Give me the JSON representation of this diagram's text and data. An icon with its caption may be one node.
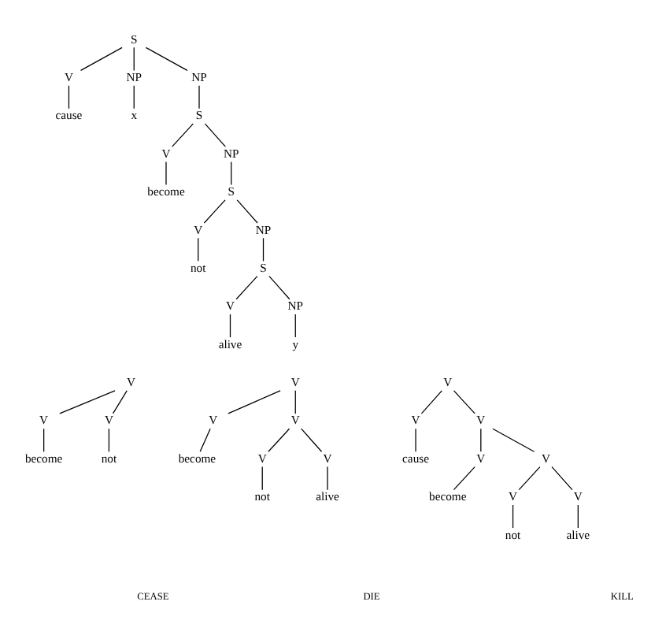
{
  "diagram": {
    "nodes": [
      {
        "text": [
          "S"
        ]
      },
      {
        "text": [
          "V"
        ]
      },
      {
        "text": [
          "NP"
        ]
      },
      {
        "text": [
          "NP"
        ]
      },
      {
        "text": [
          "cause"
        ]
      },
      {
        "text": [
          "x"
        ]
      },
      {
        "text": [
          "S"
        ]
      },
      {
        "text": [
          "V"
        ]
      },
      {
        "text": [
          "NP"
        ]
      },
      {
        "text": [
          "become"
        ]
      },
      {
        "text": [
          "S"
        ]
      },
      {
        "text": [
          "V"
        ]
      },
      {
        "text": [
          "NP"
        ]
      },
      {
        "text": [
          "not"
        ]
      },
      {
        "text": [
          "S"
        ]
      },
      {
        "text": [
          "V"
        ]
      },
      {
        "text": [
          "NP"
        ]
      },
      {
        "text": [
          "alive"
        ]
      },
      {
        "text": [
          "y"
        ]
      },
      {
        "text": [
          "V"
        ]
      },
      {
        "text": [
          "V"
        ]
      },
      {
        "text": [
          "V"
        ]
      },
      {
        "text": [
          "become"
        ]
      },
      {
        "text": [
          "not"
        ]
      },
      {
        "text": [
          "V"
        ]
      },
      {
        "text": [
          "V"
        ]
      },
      {
        "text": [
          "V"
        ]
      },
      {
        "text": [
          "become"
        ]
      },
      {
        "text": [
          "V"
        ]
      },
      {
        "text": [
          "V"
        ]
      },
      {
        "text": [
          "not"
        ]
      },
      {
        "text": [
          "alive"
        ]
      },
      {
        "text": [
          "V"
        ]
      },
      {
        "text": [
          "V"
        ]
      },
      {
        "text": [
          "V"
        ]
      },
      {
        "text": [
          "cause"
        ]
      },
      {
        "text": [
          "V"
        ]
      },
      {
        "text": [
          "V"
        ]
      },
      {
        "text": [
          "become"
        ]
      },
      {
        "text": [
          "V"
        ]
      },
      {
        "text": [
          "V"
        ]
      },
      {
        "text": [
          "not"
        ]
      },
      {
        "text": [
          "alive"
        ]
      }
    ],
    "edges": [
      {
        "from": 0,
        "to": 1,
        "arrow": "none"
      },
      {
        "from": 0,
        "to": 2,
        "arrow": "none"
      },
      {
        "from": 0,
        "to": 3,
        "arrow": "none"
      },
      {
        "from": 1,
        "to": 4,
        "arrow": "none"
      },
      {
        "from": 2,
        "to": 5,
        "arrow": "none"
      },
      {
        "from": 3,
        "to": 6,
        "arrow": "none"
      },
      {
        "from": 6,
        "to": 7,
        "arrow": "none"
      },
      {
        "from": 6,
        "to": 8,
        "arrow": "none"
      },
      {
        "from": 7,
        "to": 9,
        "arrow": "none"
      },
      {
        "from": 8,
        "to": 10,
        "arrow": "none"
      },
      {
        "from": 10,
        "to": 11,
        "arrow": "none"
      },
      {
        "from": 10,
        "to": 12,
        "arrow": "none"
      },
      {
        "from": 11,
        "to": 13,
        "arrow": "none"
      },
      {
        "from": 12,
        "to": 14,
        "arrow": "none"
      },
      {
        "from": 14,
        "to": 15,
        "arrow": "none"
      },
      {
        "from": 14,
        "to": 16,
        "arrow": "none"
      },
      {
        "from": 15,
        "to": 17,
        "arrow": "none"
      },
      {
        "from": 16,
        "to": 18,
        "arrow": "none"
      },
      {
        "from": 19,
        "to": 20,
        "arrow": "none"
      },
      {
        "from": 19,
        "to": 21,
        "arrow": "none"
      },
      {
        "from": 20,
        "to": 22,
        "arrow": "none"
      },
      {
        "from": 21,
        "to": 23,
        "arrow": "none"
      },
      {
        "from": 24,
        "to": 25,
        "arrow": "none"
      },
      {
        "from": 24,
        "to": 26,
        "arrow": "none"
      },
      {
        "from": 25,
        "to": 27,
        "arrow": "none"
      },
      {
        "from": 26,
        "to": 28,
        "arrow": "none"
      },
      {
        "from": 26,
        "to": 29,
        "arrow": "none"
      },
      {
        "from": 28,
        "to": 30,
        "arrow": "none"
      },
      {
        "from": 29,
        "to": 31,
        "arrow": "none"
      },
      {
        "from": 32,
        "to": 33,
        "arrow": "none"
      },
      {
        "from": 32,
        "to": 34,
        "arrow": "none"
      },
      {
        "from": 33,
        "to": 35,
        "arrow": "none"
      },
      {
        "from": 34,
        "to": 36,
        "arrow": "none"
      },
      {
        "from": 34,
        "to": 37,
        "arrow": "none"
      },
      {
        "from": 36,
        "to": 38,
        "arrow": "none"
      },
      {
        "from": 37,
        "to": 39,
        "arrow": "none"
      },
      {
        "from": 37,
        "to": 40,
        "arrow": "none"
      },
      {
        "from": 39,
        "to": 41,
        "arrow": "none"
      },
      {
        "from": 40,
        "to": 42,
        "arrow": "none"
      }
    ],
    "labels": [
      "CEASE",
      "DIE",
      "KILL"
    ]
  }
}
